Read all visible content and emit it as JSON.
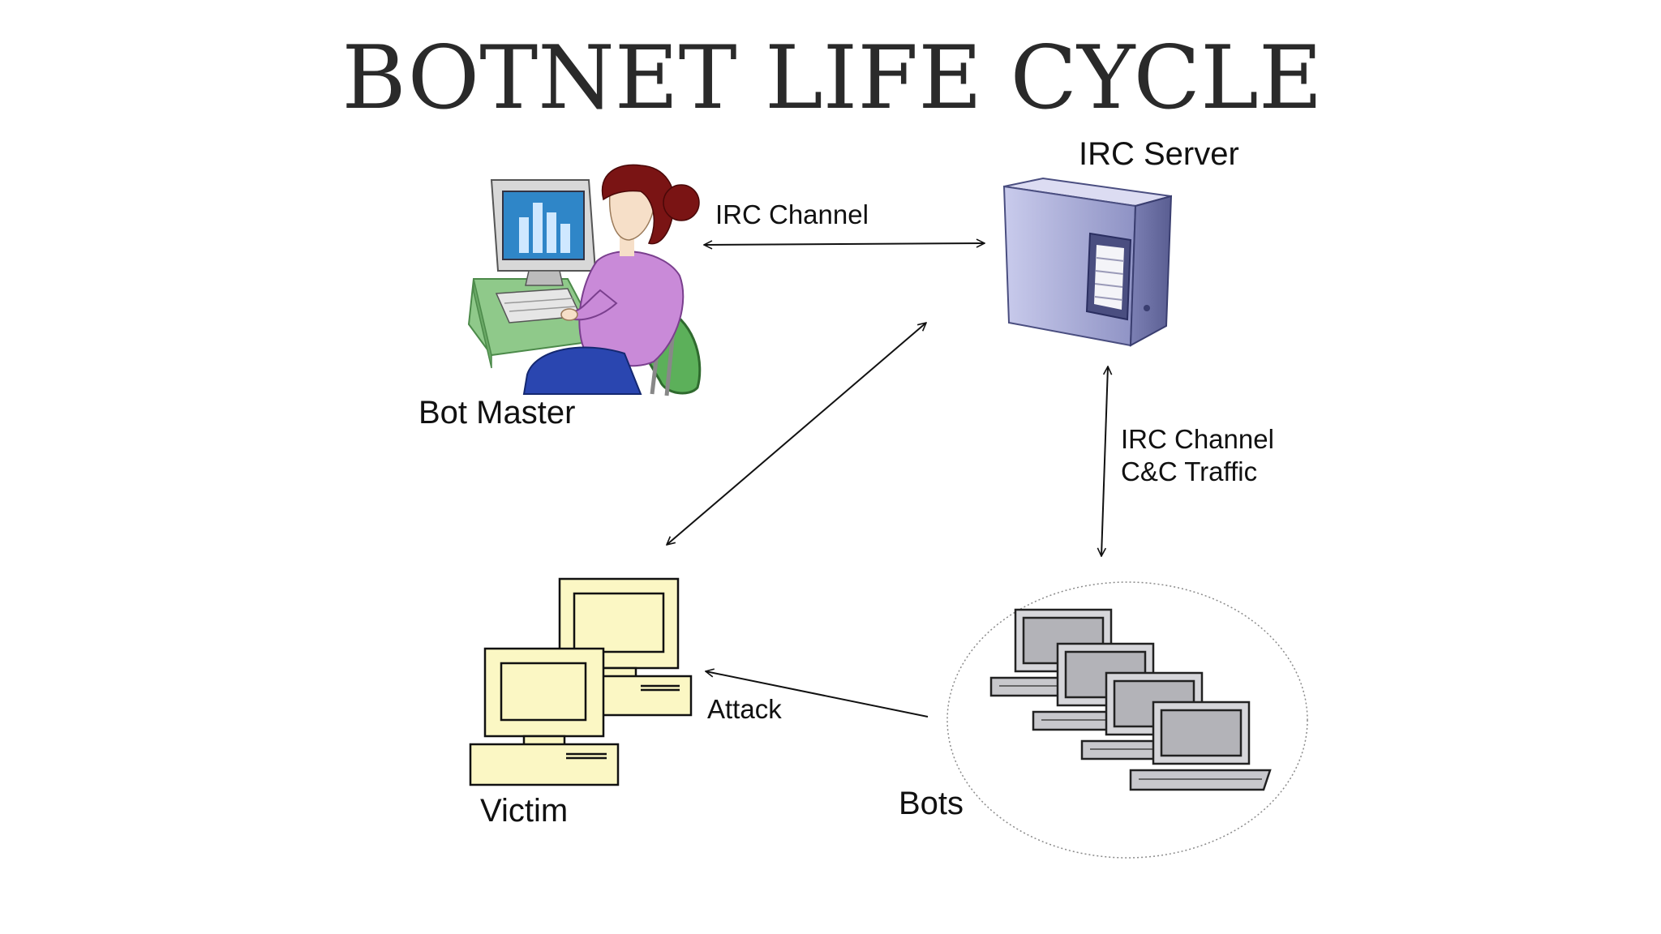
{
  "title": "BOTNET LIFE CYCLE",
  "nodes": {
    "bot_master": {
      "label": "Bot Master",
      "icon": "person-at-computer-icon"
    },
    "irc_server": {
      "label": "IRC Server",
      "icon": "server-tower-icon"
    },
    "victim": {
      "label": "Victim",
      "icon": "desktop-computers-icon"
    },
    "bots": {
      "label": "Bots",
      "icon": "laptop-cluster-icon"
    }
  },
  "edges": {
    "master_server": {
      "label": "IRC Channel"
    },
    "server_bots": {
      "label_line1": "IRC Channel",
      "label_line2": "C&C Traffic"
    },
    "bots_victim": {
      "label": "Attack"
    }
  },
  "colors": {
    "title": "#2a2a2a",
    "text": "#111111",
    "victim_computer": "#fbf7c4",
    "bot_laptop": "#bfbfc4",
    "server_body": "#a9acd6"
  }
}
